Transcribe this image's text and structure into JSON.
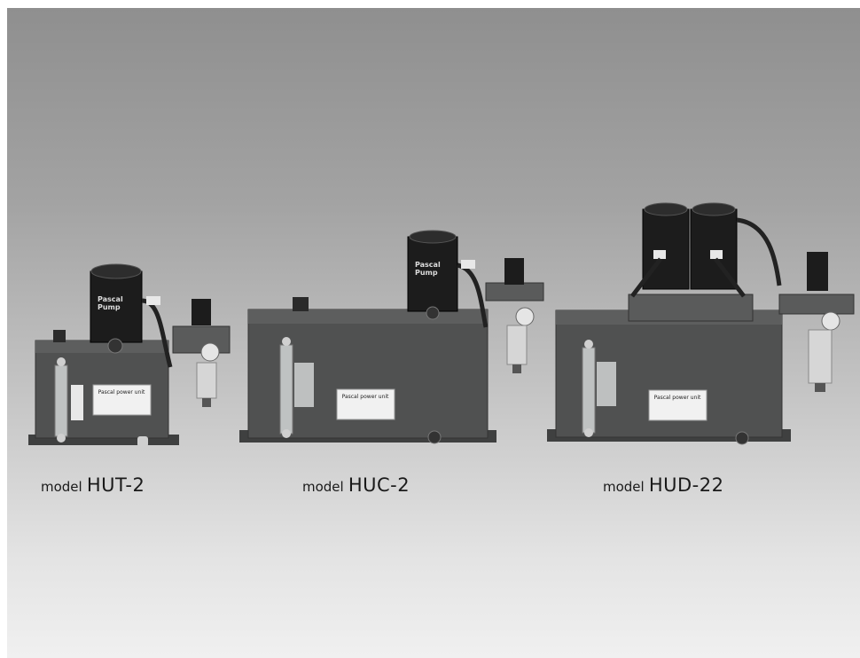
{
  "products": [
    {
      "caption_prefix": "model",
      "model_name": "HUT-2",
      "pump_label_line1": "Pascal",
      "pump_label_line2": "Pump",
      "tank_label": "Pascal power unit"
    },
    {
      "caption_prefix": "model",
      "model_name": "HUC-2",
      "pump_label_line1": "Pascal",
      "pump_label_line2": "Pump",
      "tank_label": "Pascal power unit"
    },
    {
      "caption_prefix": "model",
      "model_name": "HUD-22",
      "pump_label_line1": "",
      "pump_label_line2": "",
      "tank_label": "Pascal power unit"
    }
  ],
  "colors": {
    "tank_body": "#4e4f4f",
    "tank_shadow": "#3a3b3b",
    "pump_black": "#1c1c1c",
    "fitting_white": "#e8e8e8",
    "background_top": "#8f8f8f",
    "background_bottom": "#f0f0f0"
  }
}
